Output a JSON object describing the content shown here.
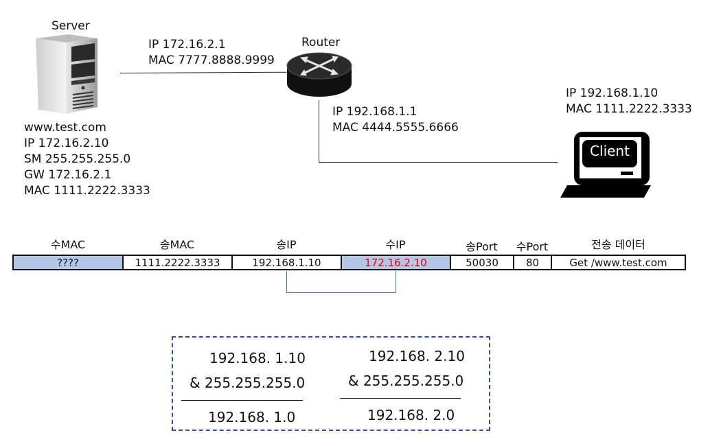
{
  "server": {
    "title": "Server",
    "info": [
      "www.test.com",
      "IP 172.16.2.10",
      "SM 255.255.255.0",
      "GW 172.16.2.1",
      "MAC 1111.2222.3333"
    ]
  },
  "router": {
    "title": "Router",
    "left_if": [
      "IP 172.16.2.1",
      "MAC 7777.8888.9999"
    ],
    "right_if": [
      "IP 192.168.1.1",
      "MAC 4444.5555.6666"
    ]
  },
  "client": {
    "screen_label": "Client",
    "info": [
      "IP 192.168.1.10",
      "MAC 1111.2222.3333"
    ]
  },
  "packet": {
    "headers": [
      "수MAC",
      "송MAC",
      "송IP",
      "수IP",
      "송Port",
      "수Port",
      "전송 데이터"
    ],
    "values": [
      "????",
      "1111.2222.3333",
      "192.168.1.10",
      "172.16.2.10",
      "50030",
      "80",
      "Get /www.test.com"
    ]
  },
  "calculation": {
    "left": [
      "192.168.   1.10",
      "& 255.255.255.0",
      "192.168.   1.0"
    ],
    "right": [
      "192.168.   2.10",
      "& 255.255.255.0",
      "192.168.   2.0"
    ]
  },
  "colors": {
    "highlight_cell": "#b4c7e7",
    "dest_ip_text": "#e00000",
    "dashed_border": "#2f528f",
    "connector_line": "#4472c4"
  }
}
